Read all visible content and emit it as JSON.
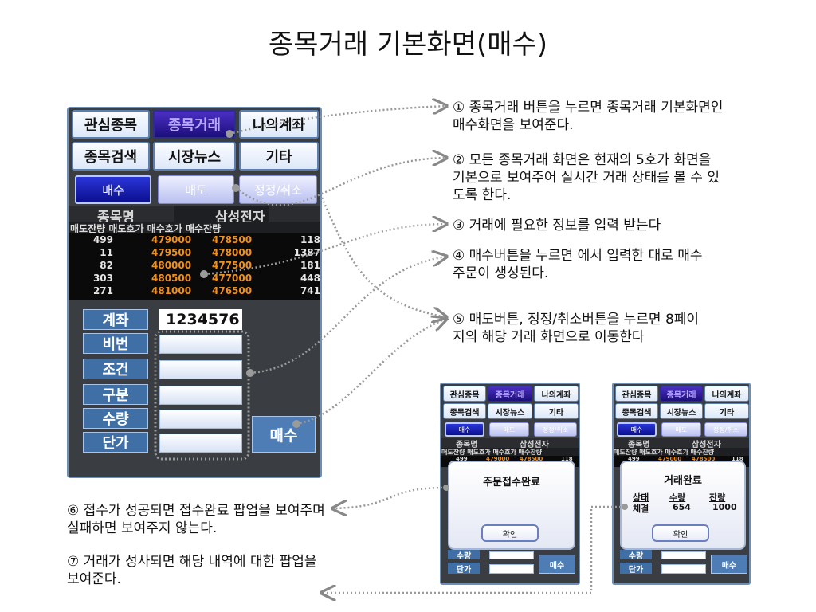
{
  "title": "종목거래 기본화면(매수)",
  "menu": [
    "관심종목",
    "종목거래",
    "나의계좌",
    "종목검색",
    "시장뉴스",
    "기타"
  ],
  "trade_buttons": [
    "매수",
    "매도",
    "정정/취소"
  ],
  "stock": {
    "label": "종목명",
    "name": "삼성전자"
  },
  "quote_header": "매도잔량 매도호가 매수호가 매수잔량",
  "quotes": [
    {
      "sell_rem": "499",
      "sell_price": "479000",
      "buy_price": "478500",
      "buy_rem": "118"
    },
    {
      "sell_rem": "11",
      "sell_price": "479500",
      "buy_price": "478000",
      "buy_rem": "1387"
    },
    {
      "sell_rem": "82",
      "sell_price": "480000",
      "buy_price": "477500",
      "buy_rem": "181"
    },
    {
      "sell_rem": "303",
      "sell_price": "480500",
      "buy_price": "477000",
      "buy_rem": "448"
    },
    {
      "sell_rem": "271",
      "sell_price": "481000",
      "buy_price": "476500",
      "buy_rem": "741"
    }
  ],
  "form": {
    "labels": [
      "계좌",
      "비번",
      "조건",
      "구분",
      "수량",
      "단가"
    ],
    "account_value": "1234576",
    "buy_button": "매수"
  },
  "callouts": [
    "① 종목거래 버튼을 누르면 종목거래 기본화면인 매수화면을 보여준다.",
    "② 모든 종목거래 화면은 현재의 5호가 화면을 기본으로 보여주어 실시간 거래 상태를 볼 수 있도록 한다.",
    "③ 거래에 필요한 정보를 입력 받는다",
    "④ 매수버튼을 누르면 에서 입력한 대로 매수주문이 생성된다.",
    "⑤ 매도버튼, 정정/취소버튼을 누르면 8페이지의 해당 거래 화면으로 이동한다",
    "⑥ 접수가 성공되면 접수완료 팝업을 보여주며 실패하면 보여주지 않는다.",
    "⑦ 거래가 성사되면 해당 내역에 대한 팝업을 보여준다."
  ],
  "popup1": {
    "title": "주문접수완료",
    "ok": "확인"
  },
  "popup2": {
    "title": "거래완료",
    "headers": [
      "상태",
      "수량",
      "잔량"
    ],
    "row": [
      "체결",
      "654",
      "1000"
    ],
    "ok": "확인"
  },
  "mini_quote_first": [
    "499",
    "479000",
    "478500",
    "118"
  ],
  "mini_labels": [
    "수량",
    "단가"
  ],
  "colors": {
    "accent": "#1c0f7a",
    "panel": "#3a3d42",
    "label_blue": "#3f6fa4",
    "price_orange": "#f0901c"
  }
}
